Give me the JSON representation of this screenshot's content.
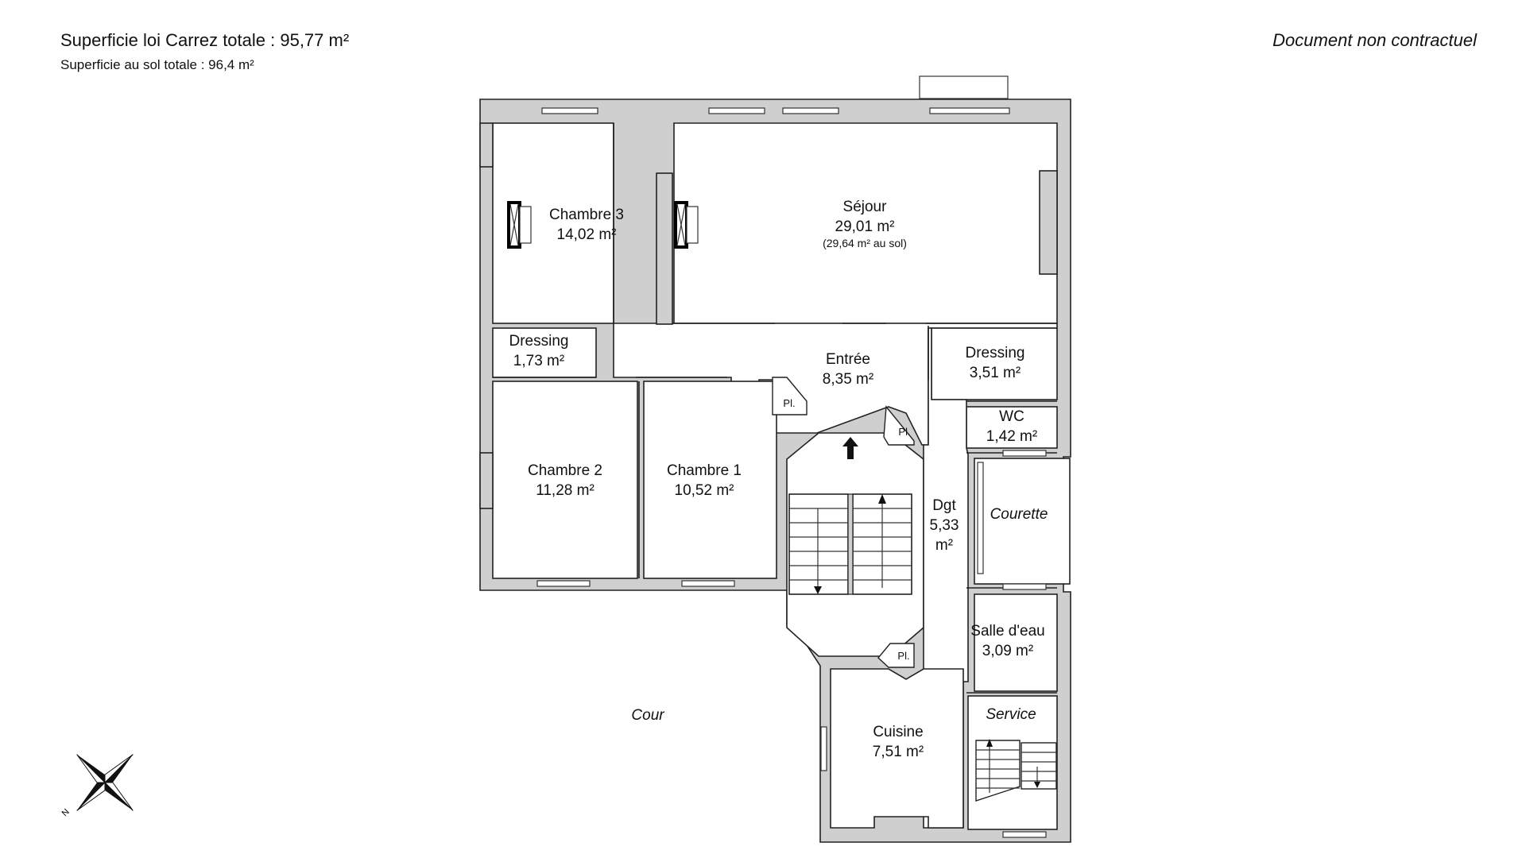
{
  "header": {
    "surface_carrez": "Superficie loi Carrez totale : 95,77 m²",
    "surface_sol": "Superficie au sol totale : 96,4 m²",
    "disclaimer": "Document non contractuel"
  },
  "rooms": {
    "chambre3": {
      "name": "Chambre 3",
      "area": "14,02 m²"
    },
    "sejour": {
      "name": "Séjour",
      "area": "29,01 m²",
      "note": "(29,64 m² au sol)"
    },
    "dressing1": {
      "name": "Dressing",
      "area": "1,73 m²"
    },
    "entree": {
      "name": "Entrée",
      "area": "8,35 m²"
    },
    "dressing2": {
      "name": "Dressing",
      "area": "3,51 m²"
    },
    "wc": {
      "name": "WC",
      "area": "1,42 m²"
    },
    "chambre2": {
      "name": "Chambre 2",
      "area": "11,28 m²"
    },
    "chambre1": {
      "name": "Chambre 1",
      "area": "10,52 m²"
    },
    "dgt": {
      "name": "Dgt",
      "area_num": "5,33",
      "area_unit": "m²"
    },
    "courette": {
      "name": "Courette"
    },
    "salle_eau": {
      "name": "Salle d'eau",
      "area": "3,09 m²"
    },
    "service": {
      "name": "Service"
    },
    "cuisine": {
      "name": "Cuisine",
      "area": "7,51 m²"
    },
    "cour": {
      "name": "Cour"
    }
  },
  "placards": {
    "label": "Pl."
  },
  "compass": {
    "north_label": "N"
  }
}
